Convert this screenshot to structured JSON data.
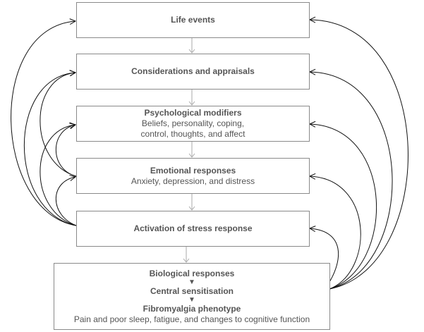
{
  "boxes": [
    {
      "title": "Life events"
    },
    {
      "title": "Considerations and appraisals"
    },
    {
      "title": "Psychological modifiers",
      "line1": "Beliefs, personality, coping,",
      "line2": "control, thoughts, and affect"
    },
    {
      "title": "Emotional responses",
      "line1": "Anxiety, depression, and distress"
    },
    {
      "title": "Activation of stress response"
    }
  ],
  "bottom": {
    "step1": "Biological responses",
    "step2": "Central sensitisation",
    "step3": "Fibromyalgia phenotype",
    "detail": "Pain and poor sleep, fatigue, and changes to cognitive function"
  },
  "colors": {
    "box_border": "#8a8a8a",
    "flow_arrow": "#aaaaaa",
    "feedback_arrow": "#111111",
    "text": "#555555"
  }
}
